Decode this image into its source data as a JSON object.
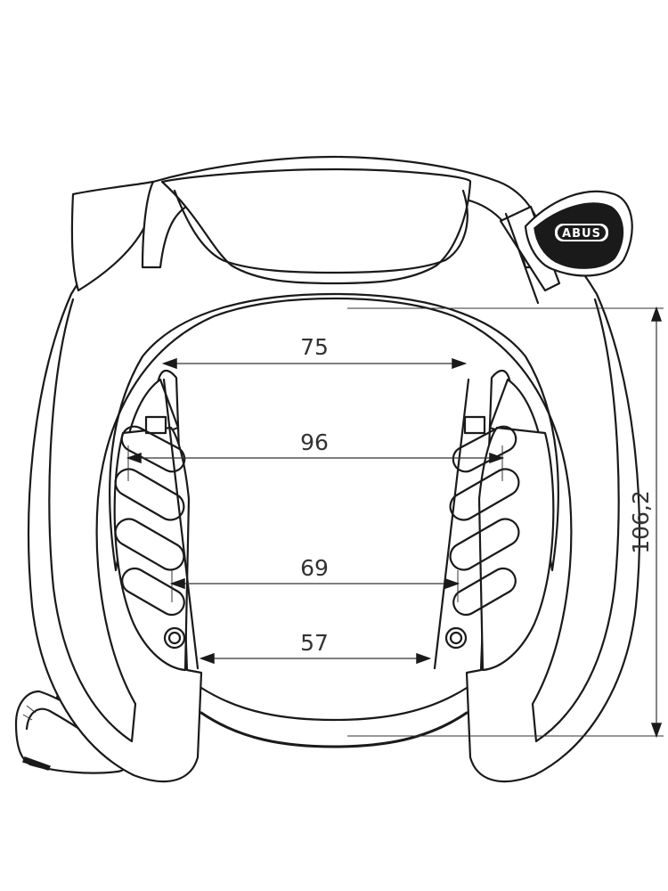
{
  "diagram": {
    "brand_logo": "ABUS",
    "dimensions": {
      "top_width": "75",
      "slot_outer_width": "96",
      "slot_inner_width": "69",
      "opening_width": "57",
      "height": "106,2"
    }
  }
}
